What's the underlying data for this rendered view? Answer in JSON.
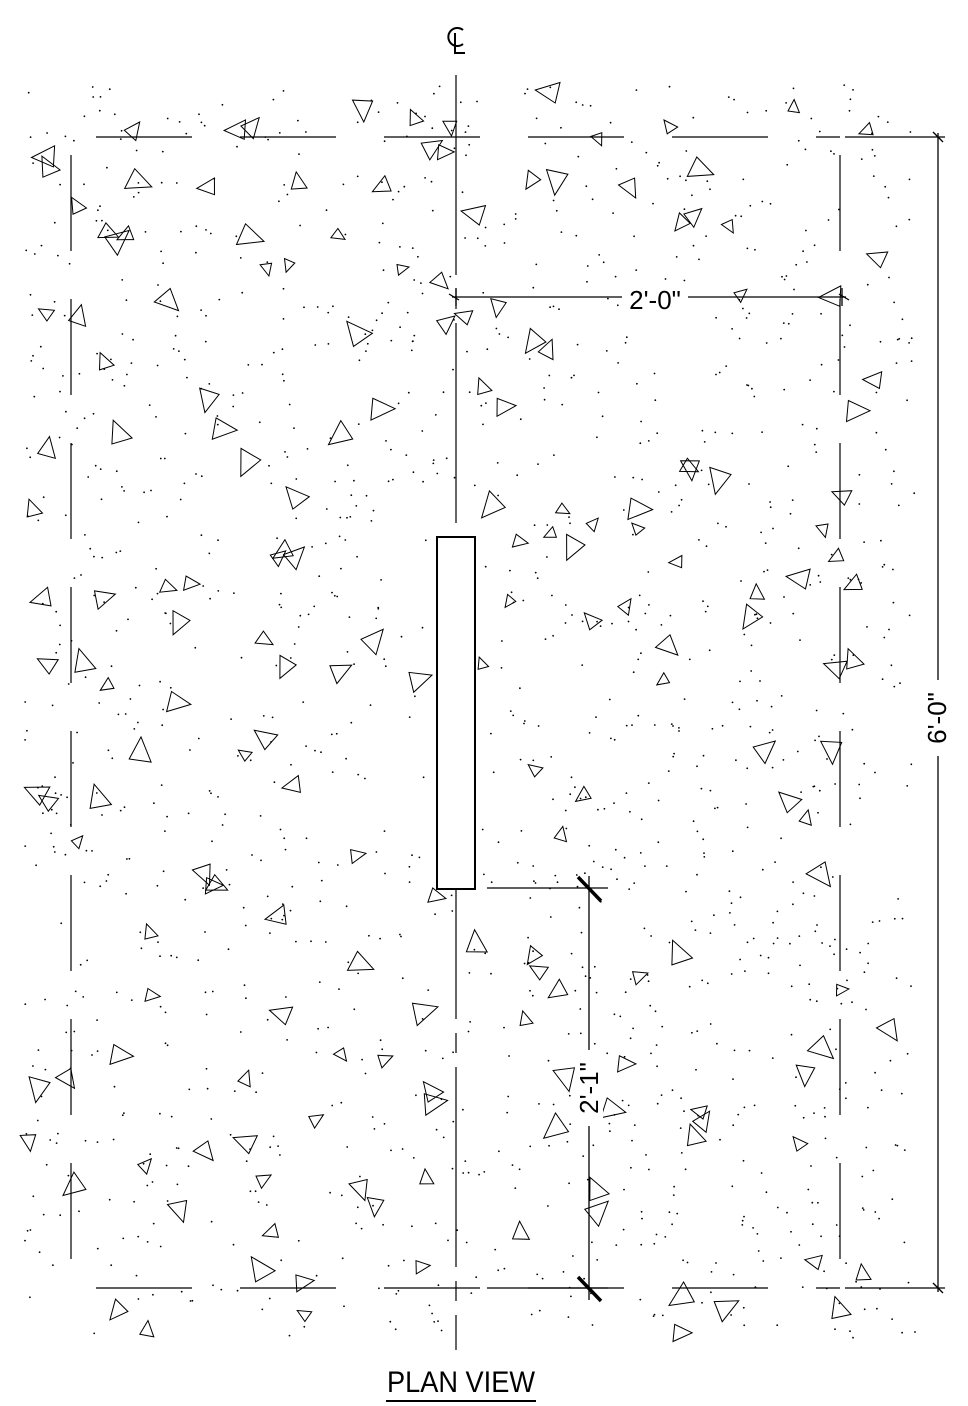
{
  "drawing": {
    "centerline_symbol": "CL",
    "dimensions": {
      "width": "2'-0\"",
      "length": "6'-0\"",
      "offset": "2'-1\""
    },
    "title": "PLAN VIEW",
    "colors": {
      "line": "#000000",
      "background": "#ffffff"
    }
  }
}
